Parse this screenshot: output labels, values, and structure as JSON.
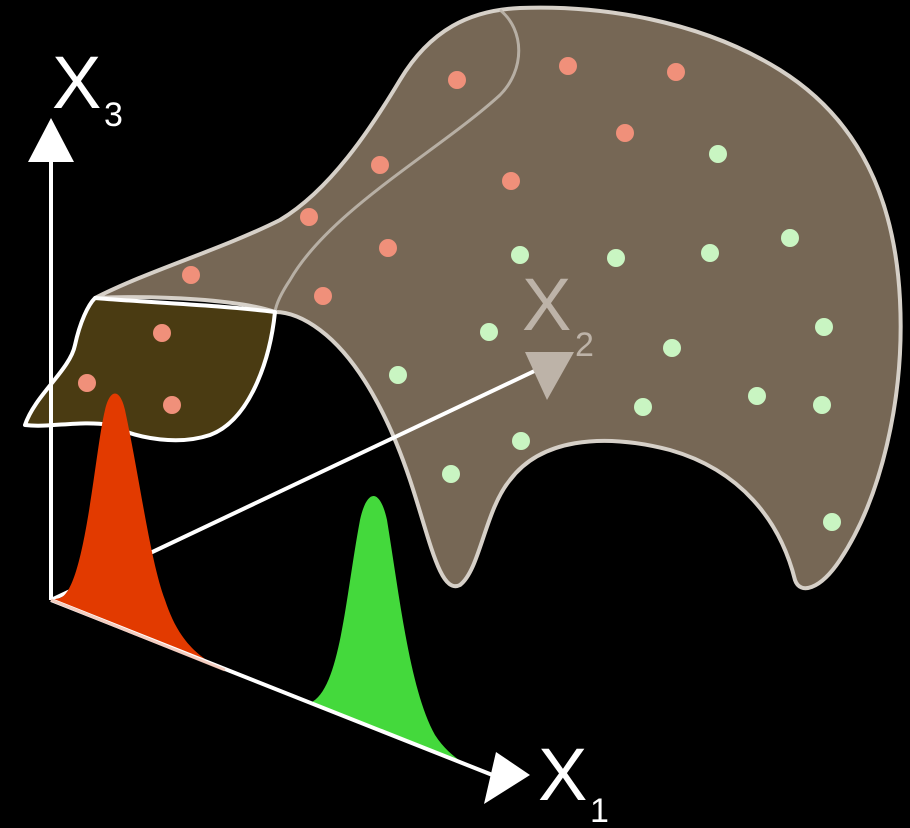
{
  "colors": {
    "background": "#000000",
    "axis": "#ffffff",
    "manifold_fill": "#7a6a58",
    "manifold_edge": "#cfc8bf",
    "manifold_tip_fill": "#4a3b12",
    "class_a_points": "#f0907a",
    "class_b_points": "#c9f5c2",
    "class_a_distribution": "#e23a00",
    "class_b_distribution": "#44d93c",
    "x2_axis": "#bdb3a8"
  },
  "axes": {
    "x1": {
      "letter": "X",
      "subscript": "1"
    },
    "x2": {
      "letter": "X",
      "subscript": "2"
    },
    "x3": {
      "letter": "X",
      "subscript": "3"
    }
  }
}
